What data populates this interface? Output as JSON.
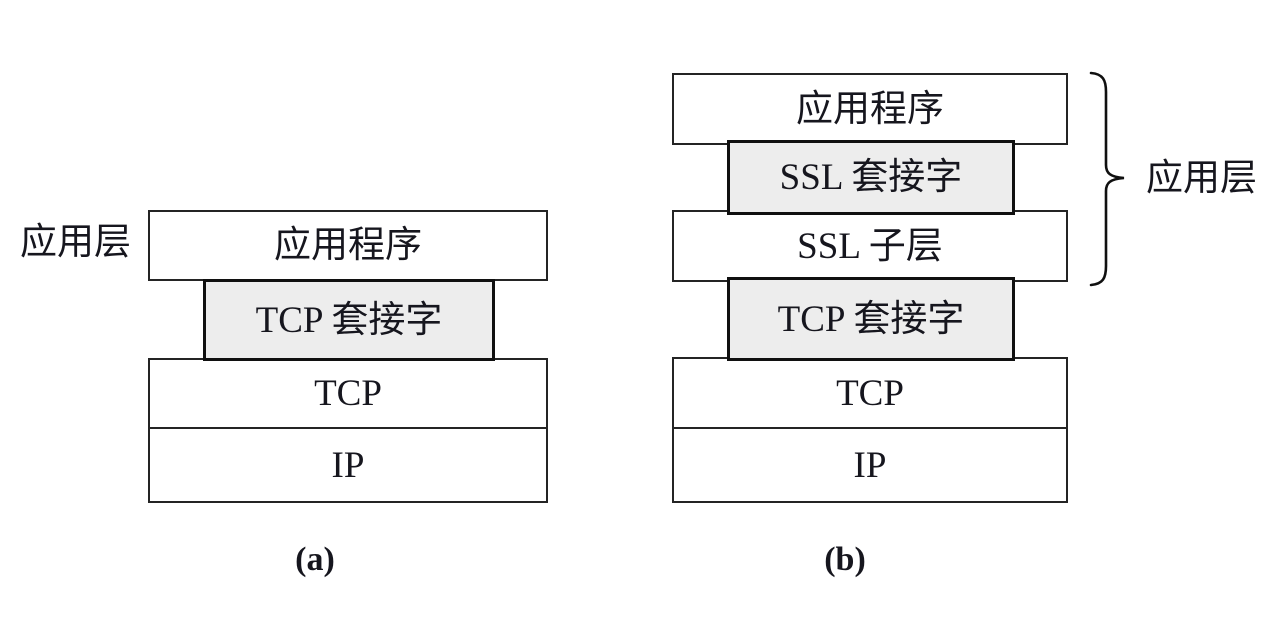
{
  "colors": {
    "background": "#ffffff",
    "box_fill": "#ffffff",
    "socket_fill": "#ededed",
    "border": "#242424",
    "socket_border": "#101010",
    "text": "#16161e"
  },
  "diagram_a": {
    "side_label": "应用层",
    "caption": "(a)",
    "boxes": {
      "application": "应用程序",
      "tcp_socket": "TCP 套接字",
      "tcp": "TCP",
      "ip": "IP"
    }
  },
  "diagram_b": {
    "side_label": "应用层",
    "caption": "(b)",
    "boxes": {
      "application": "应用程序",
      "ssl_socket": "SSL 套接字",
      "ssl_sublayer": "SSL 子层",
      "tcp_socket": "TCP 套接字",
      "tcp": "TCP",
      "ip": "IP"
    }
  }
}
